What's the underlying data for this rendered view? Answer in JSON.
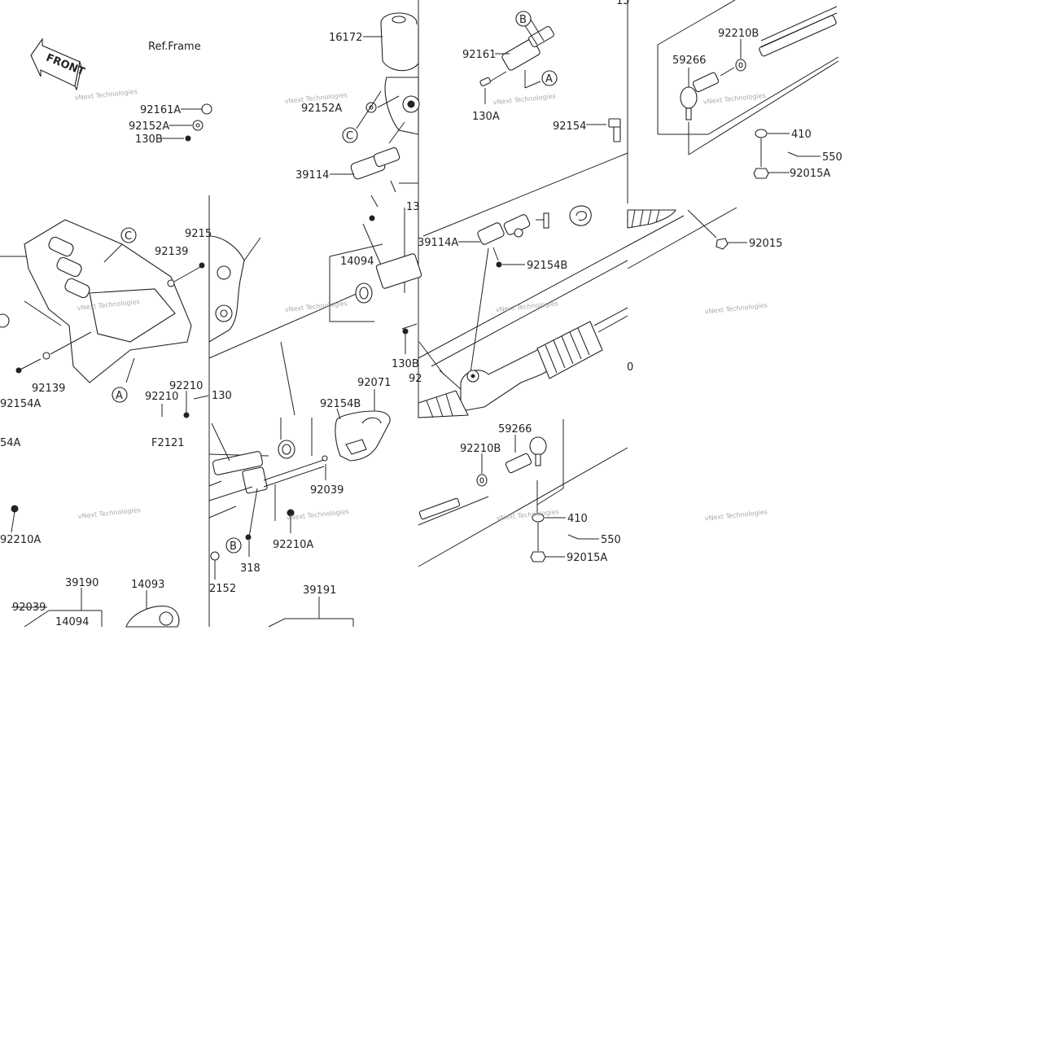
{
  "front_arrow": {
    "text": "FRONT"
  },
  "ref_frame": "Ref.Frame",
  "watermark": "vNext Technologies",
  "callouts": {
    "a": "A",
    "b": "B",
    "c": "C"
  },
  "labels": {
    "l16172": "16172",
    "l92161": "92161",
    "l130A": "130A",
    "l92154": "92154",
    "l92161A": "92161A",
    "l92152A_1": "92152A",
    "l130B_1": "130B",
    "l92152A_2": "92152A",
    "l39114": "39114",
    "l92210B_1": "92210B",
    "l59266_1": "59266",
    "l410_1": "410",
    "l550_1": "550",
    "l92015A_1": "92015A",
    "l92015": "92015",
    "l9215": "9215",
    "l92139_1": "92139",
    "l92139_2": "92139",
    "l92154A_1": "92154A",
    "l92210_1": "92210",
    "l92210_2": "92210",
    "l130_1": "130",
    "lF2121": "F2121",
    "l54A": "54A",
    "l14094_1": "14094",
    "l39114A": "39114A",
    "l92154B_1": "92154B",
    "l130B_2": "130B",
    "l92_frag": "92",
    "l92071": "92071",
    "l92154B_2": "92154B",
    "l0_frag": "0",
    "l59266_2": "59266",
    "l92210B_2": "92210B",
    "l410_2": "410",
    "l550_2": "550",
    "l92015A_2": "92015A",
    "l92039_1": "92039",
    "l92210A_1": "92210A",
    "l92210A_2": "92210A",
    "l318": "318",
    "l2152": "2152",
    "l39190": "39190",
    "l14093": "14093",
    "l92039_2": "92039",
    "l14094_2": "14094",
    "l39191": "39191",
    "l13_frag": "13",
    "l15_frag": "15"
  }
}
